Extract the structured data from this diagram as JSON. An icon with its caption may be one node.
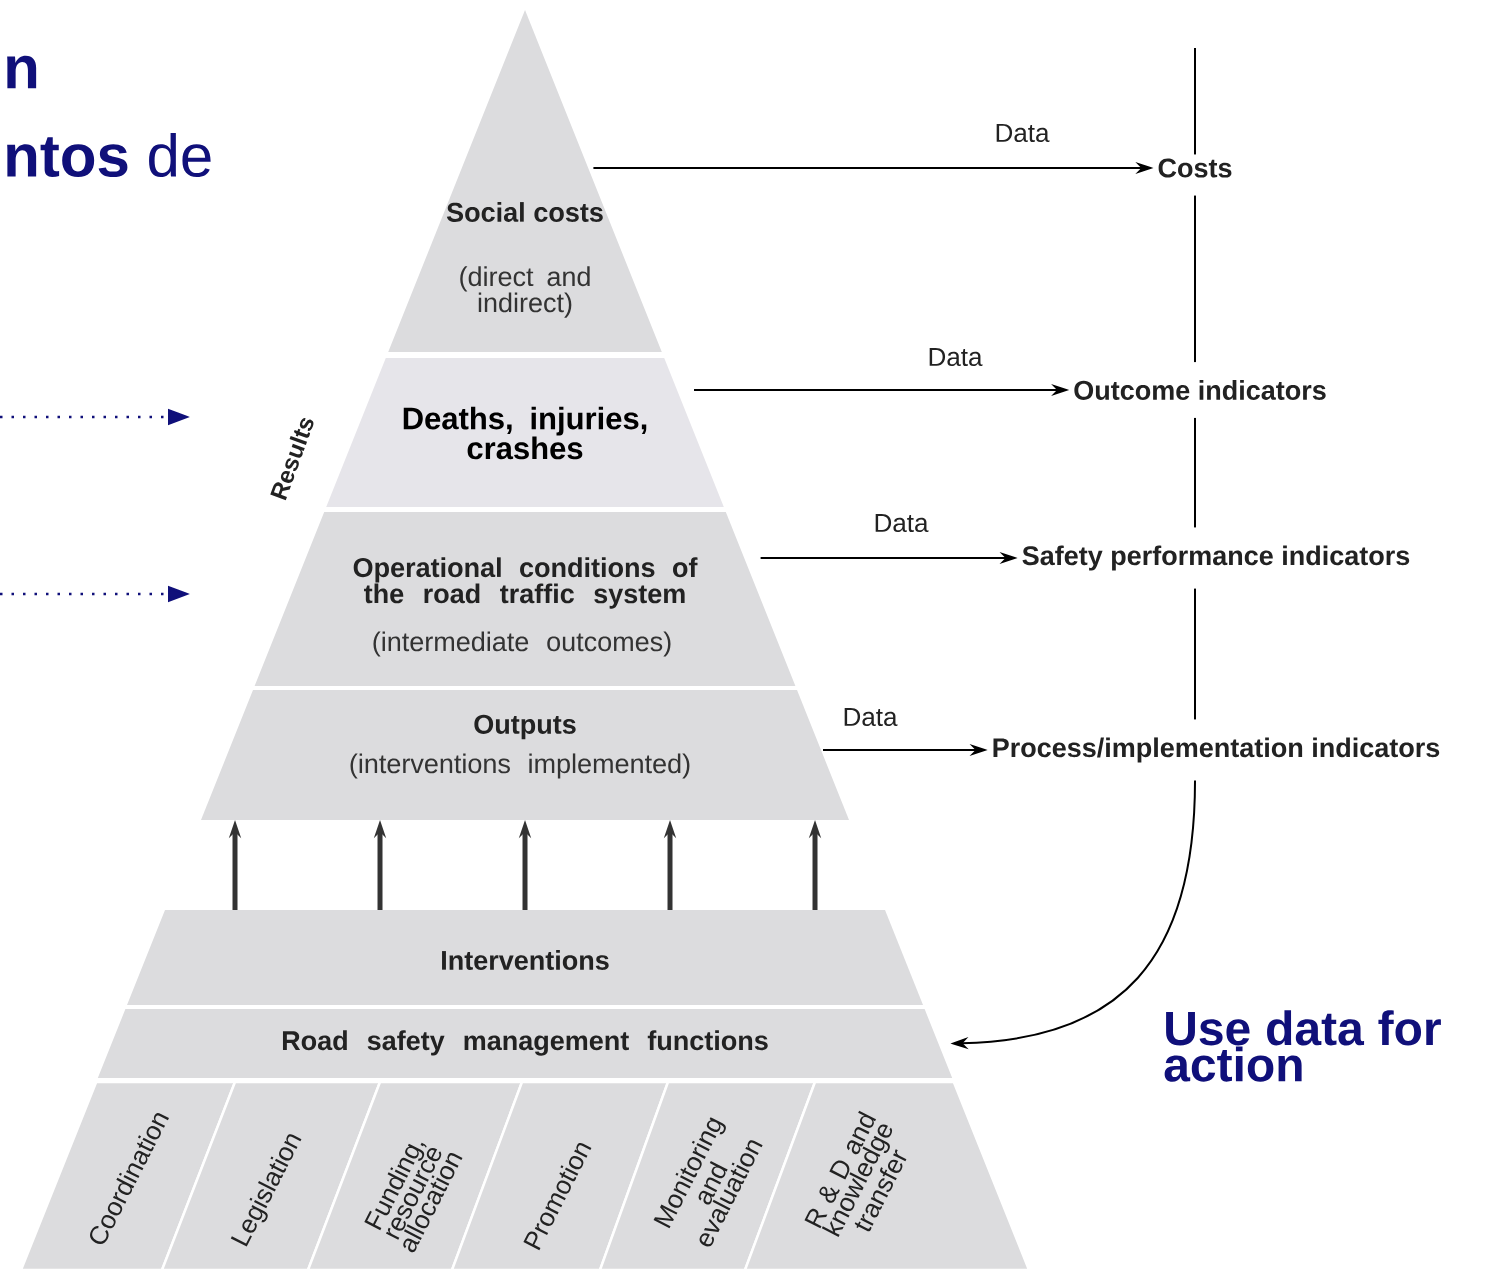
{
  "diagram": {
    "nodes": [
      {
        "text": [
          "Social costs",
          "(direct and indirect)"
        ]
      },
      {
        "text": [
          "Deaths, injuries, crashes"
        ]
      },
      {
        "text": [
          "Operational conditions of the road traffic system",
          "(intermediate outcomes)"
        ]
      },
      {
        "text": [
          "Outputs",
          "(interventions implemented)"
        ]
      },
      {
        "text": [
          "Interventions"
        ]
      },
      {
        "text": [
          "Road safety management functions"
        ]
      },
      {
        "text": [
          "Coordination"
        ]
      },
      {
        "text": [
          "Legislation"
        ]
      },
      {
        "text": [
          "Funding, resource allocation"
        ]
      },
      {
        "text": [
          "Promotion"
        ]
      },
      {
        "text": [
          "Monitoring and evaluation"
        ]
      },
      {
        "text": [
          "R & D and knowledge transfer"
        ]
      },
      {
        "text": [
          "Costs"
        ]
      },
      {
        "text": [
          "Outcome indicators"
        ]
      },
      {
        "text": [
          "Safety performance indicators"
        ]
      },
      {
        "text": [
          "Process/implementation indicators"
        ]
      }
    ],
    "edges": [
      {
        "from": 0,
        "to": 12,
        "arrow": "to",
        "label": "Data"
      },
      {
        "from": 1,
        "to": 13,
        "arrow": "to",
        "label": "Data"
      },
      {
        "from": 2,
        "to": 14,
        "arrow": "to",
        "label": "Data"
      },
      {
        "from": 3,
        "to": 15,
        "arrow": "to",
        "label": "Data"
      },
      {
        "from": null,
        "to": 12,
        "arrow": "none"
      },
      {
        "from": 12,
        "to": 13,
        "arrow": "none"
      },
      {
        "from": 13,
        "to": 14,
        "arrow": "none"
      },
      {
        "from": 14,
        "to": 15,
        "arrow": "none"
      },
      {
        "from": 15,
        "to": 5,
        "arrow": "to"
      },
      {
        "from": 4,
        "to": 3,
        "arrow": "to",
        "style": "thick"
      },
      {
        "from": 4,
        "to": 3,
        "arrow": "to",
        "style": "thick"
      },
      {
        "from": 4,
        "to": 3,
        "arrow": "to",
        "style": "thick"
      },
      {
        "from": 4,
        "to": 3,
        "arrow": "to",
        "style": "thick"
      },
      {
        "from": 4,
        "to": 3,
        "arrow": "to",
        "style": "thick"
      }
    ],
    "labels": [
      "n",
      "**ntos** de",
      "Results",
      "Use data for action"
    ]
  }
}
